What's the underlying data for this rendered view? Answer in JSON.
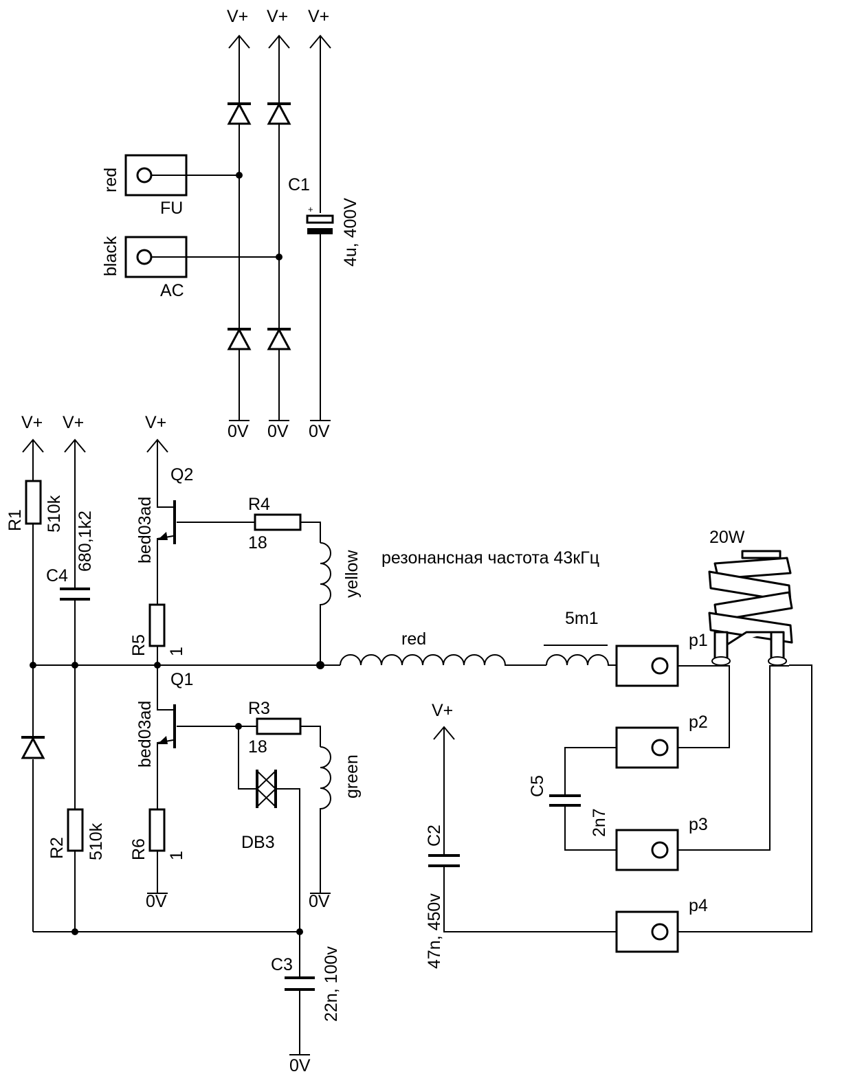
{
  "supply": {
    "vplus": "V+",
    "ground": "0V"
  },
  "connectors": {
    "fu_wire": "red",
    "fu_label": "FU",
    "ac_wire": "black",
    "ac_label": "AC"
  },
  "C1": {
    "ref": "C1",
    "value": "4u, 400V",
    "polarity": "+"
  },
  "R1": {
    "ref": "R1",
    "value": "510k"
  },
  "R2": {
    "ref": "R2",
    "value": "510k"
  },
  "C4": {
    "ref": "C4",
    "value": "680,1k2"
  },
  "Q1": {
    "ref": "Q1",
    "part": "bed03ad"
  },
  "Q2": {
    "ref": "Q2",
    "part": "bed03ad"
  },
  "R3": {
    "ref": "R3",
    "value": "18"
  },
  "R4": {
    "ref": "R4",
    "value": "18"
  },
  "R5": {
    "ref": "R5",
    "value": "1"
  },
  "R6": {
    "ref": "R6",
    "value": "1"
  },
  "DB3": {
    "ref": "DB3"
  },
  "C3": {
    "ref": "C3",
    "value": "22n, 100v"
  },
  "C2": {
    "ref": "C2",
    "value": "47n, 450v"
  },
  "C5": {
    "ref": "C5",
    "value": "2n7"
  },
  "transformer": {
    "upper_winding": "yellow",
    "lower_winding": "green",
    "primary": "red"
  },
  "choke": {
    "value": "5m1"
  },
  "note": "резонансная частота 43кГц",
  "lamp": {
    "power": "20W",
    "pins": [
      "p1",
      "p2",
      "p3",
      "p4"
    ]
  }
}
